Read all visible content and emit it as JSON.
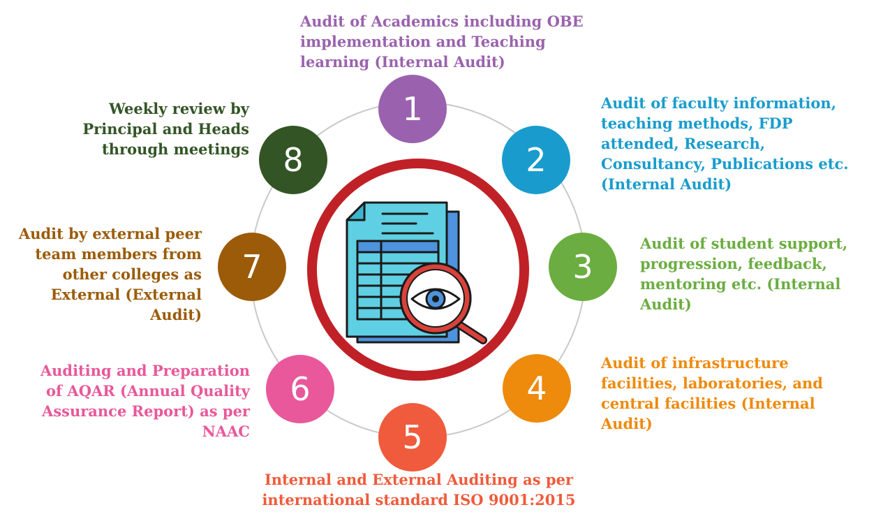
{
  "colors": {
    "ring": "#c9c9c9",
    "inner_ring": "#c02127"
  },
  "icon": "document-audit-magnifier-eye-icon",
  "steps": [
    {
      "number": "1",
      "color": "#9a62ae",
      "text": "Audit of Academics including OBE\nimplementation and Teaching\nlearning (Internal Audit)"
    },
    {
      "number": "2",
      "color": "#199ccd",
      "text": "Audit of faculty information,\nteaching methods, FDP\nattended, Research,\nConsultancy, Publications etc.\n(Internal Audit)"
    },
    {
      "number": "3",
      "color": "#6bad41",
      "text": "Audit of student support,\nprogression, feedback,\nmentoring etc. (Internal\nAudit)"
    },
    {
      "number": "4",
      "color": "#ee8a0c",
      "text": "Audit of infrastructure\nfacilities, laboratories, and\ncentral facilities (Internal\nAudit)"
    },
    {
      "number": "5",
      "color": "#ef5b3c",
      "text": "Internal and External Auditing as per\ninternational standard ISO 9001:2015"
    },
    {
      "number": "6",
      "color": "#e8589a",
      "text": "Auditing and Preparation\nof AQAR (Annual Quality\nAssurance Report) as per\nNAAC"
    },
    {
      "number": "7",
      "color": "#9b5b08",
      "text": "Audit by external peer\nteam members from\nother colleges as\nExternal (External\nAudit)"
    },
    {
      "number": "8",
      "color": "#335526",
      "text": "Weekly review by\nPrincipal and Heads\nthrough meetings"
    }
  ]
}
